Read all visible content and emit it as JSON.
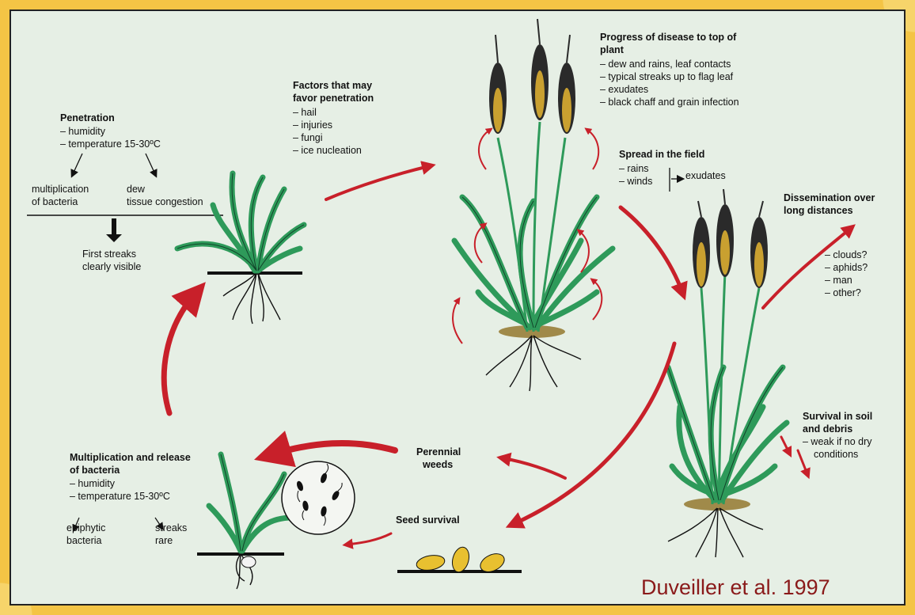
{
  "penetration": {
    "title": "Penetration",
    "items": [
      "– humidity",
      "– temperature 15-30ºC"
    ],
    "left_result": [
      "multiplication",
      "of bacteria"
    ],
    "right_result": [
      "dew",
      "tissue congestion"
    ],
    "first_streaks": [
      "First streaks",
      "clearly visible"
    ]
  },
  "factors": {
    "title": [
      "Factors that may",
      "favor penetration"
    ],
    "items": [
      "– hail",
      "– injuries",
      "– fungi",
      "– ice nucleation"
    ]
  },
  "progress": {
    "title": [
      "Progress of disease to top of",
      "plant"
    ],
    "items": [
      "– dew and rains, leaf contacts",
      "– typical streaks up to flag leaf",
      "– exudates",
      "– black chaff and grain infection"
    ]
  },
  "spread": {
    "title": "Spread in the field",
    "items": [
      "– rains",
      "– winds"
    ],
    "result": "exudates"
  },
  "dissemination": {
    "title": [
      "Dissemination over",
      "long distances"
    ],
    "items": [
      "– clouds?",
      "– aphids?",
      "– man",
      "– other?"
    ]
  },
  "survival_soil": {
    "title": [
      "Survival in soil",
      "and debris"
    ],
    "items": [
      "– weak if no dry",
      "conditions"
    ]
  },
  "multiplication": {
    "title": [
      "Multiplication and release",
      "of bacteria"
    ],
    "items": [
      "– humidity",
      "– temperature 15-30ºC"
    ],
    "left_result": [
      "epiphytic",
      "bacteria"
    ],
    "right_result": [
      "streaks",
      "rare"
    ]
  },
  "perennial_weeds": [
    "Perennial",
    "weeds"
  ],
  "seed_survival": "Seed survival",
  "citation": "Duveiller et al. 1997",
  "colors": {
    "panel_bg": "#e6efe5",
    "frame": "#f4c445",
    "arrow_red": "#c8202a",
    "plant_green": "#2e9a5a",
    "citation": "#8a1a1a"
  }
}
